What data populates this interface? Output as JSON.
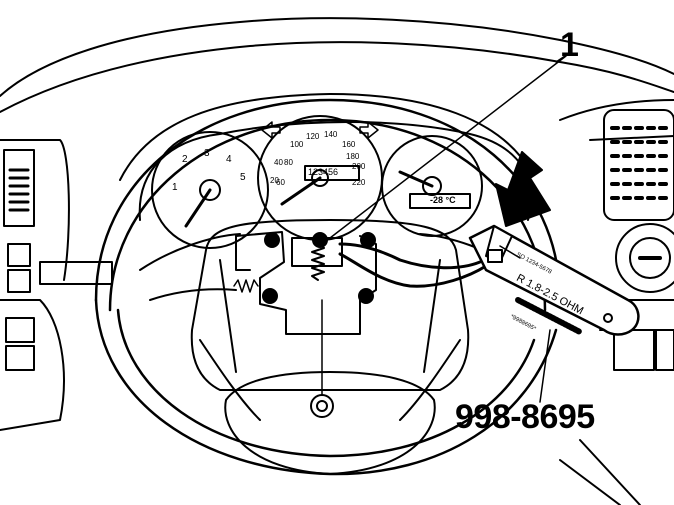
{
  "callouts": {
    "item_1": "1",
    "tool_part_number": "998-8695"
  },
  "speedometer": {
    "ticks": [
      "20",
      "40",
      "60",
      "80",
      "100",
      "120",
      "140",
      "160",
      "180",
      "200",
      "220"
    ],
    "odometer": "123456"
  },
  "tachometer": {
    "ticks": [
      "1",
      "2",
      "3",
      "4",
      "5"
    ]
  },
  "temperature_gauge": {
    "readout": "-28 °C"
  },
  "resistor_tool": {
    "rating": "R 1.8-2.5 OHM",
    "top_label": "SO 1234-5678",
    "serial": "*9988695*"
  },
  "colors": {
    "line": "#000000",
    "background": "#ffffff"
  },
  "icons": [
    "arrow-pointer-icon",
    "turn-signal-left-icon",
    "turn-signal-right-icon",
    "bolt-icon"
  ]
}
